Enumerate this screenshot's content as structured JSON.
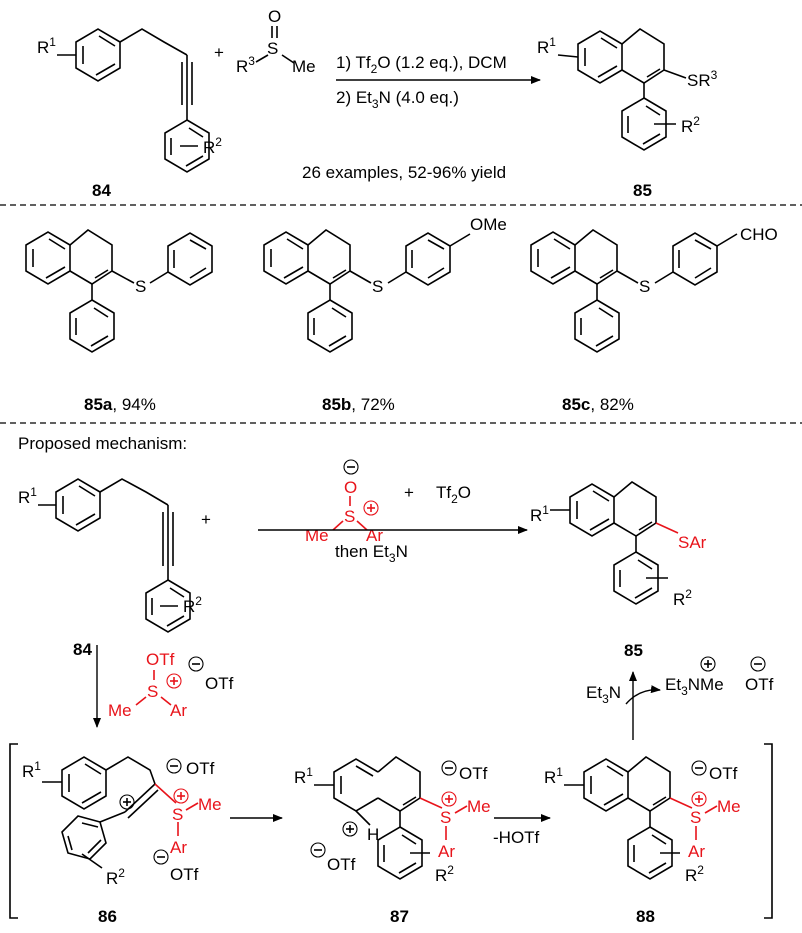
{
  "top": {
    "reactant_label": "84",
    "product_label": "85",
    "r1": "R",
    "r1_sup": "1",
    "r2": "R",
    "r2_sup": "2",
    "sulfoxide_r3": "R",
    "sulfoxide_r3_sup": "3",
    "sulfoxide_s": "S",
    "sulfoxide_o": "O",
    "sulfoxide_me": "Me",
    "plus": "+",
    "cond1_pre": "1) Tf",
    "cond1_sub": "2",
    "cond1_post": "O (1.2 eq.), DCM",
    "cond2_pre": "2) Et",
    "cond2_sub": "3",
    "cond2_post": "N (4.0 eq.)",
    "scope_text": "26 examples, 52-96% yield",
    "product_sr3": "SR",
    "product_sr3_sup": "3"
  },
  "examples": [
    {
      "label": "85a",
      "yield": ", 94%",
      "substituent": ""
    },
    {
      "label": "85b",
      "yield": ", 72%",
      "substituent": "OMe"
    },
    {
      "label": "85c",
      "yield": ", 82%",
      "substituent": "CHO"
    }
  ],
  "sulfur_atom": "S",
  "mechanism": {
    "title": "Proposed mechanism:",
    "reactant_label": "84",
    "product_label": "85",
    "reagent_o": "O",
    "reagent_s": "S",
    "reagent_me": "Me",
    "reagent_ar": "Ar",
    "plus": "+",
    "tf2o_pre": "Tf",
    "tf2o_sub": "2",
    "tf2o_post": "O",
    "then_pre": "then Et",
    "then_sub": "3",
    "then_post": "N",
    "product_sar": "SAr",
    "down_otf": "OTf",
    "down_counter_otf": "OTf",
    "down_s": "S",
    "down_me": "Me",
    "down_ar": "Ar",
    "up_et3n_pre": "Et",
    "up_et3n_sub": "3",
    "up_et3n_post": "N",
    "up_salt_pre": "Et",
    "up_salt_sub": "3",
    "up_salt_post": "NMe",
    "up_otf": "OTf",
    "hotf": "-HOTf",
    "hydrogen": "H",
    "intermediates": [
      {
        "label": "86"
      },
      {
        "label": "87"
      },
      {
        "label": "88"
      }
    ],
    "otf": "OTf",
    "s": "S",
    "me": "Me",
    "ar": "Ar"
  }
}
